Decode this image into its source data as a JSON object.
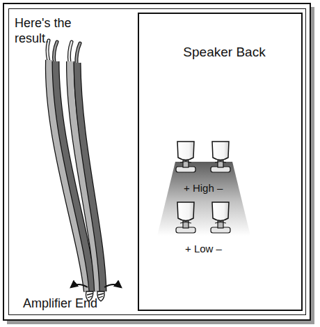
{
  "diagram": {
    "nodes": [
      {
        "text": [
          "Here's the result.",
          "Amplifier End"
        ]
      },
      {
        "text": [
          "Speaker Back"
        ],
        "in": 0
      }
    ],
    "labels": [
      "+ High –",
      "+ Low –"
    ]
  }
}
